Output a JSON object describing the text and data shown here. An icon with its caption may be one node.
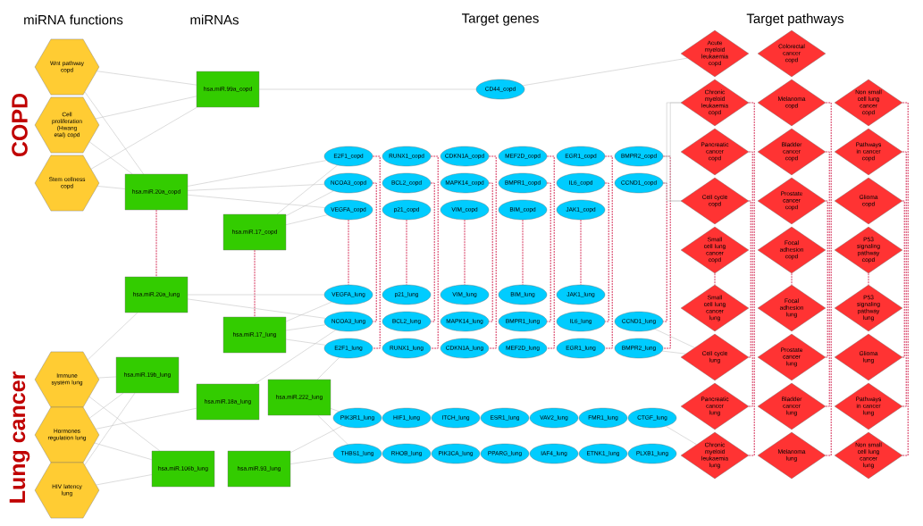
{
  "diagram": {
    "nodes": [
      {
        "text": [
          "Wnt pathway copd"
        ]
      },
      {
        "text": [
          "Cell proliferation (Hwang etal) copd"
        ]
      },
      {
        "text": [
          "Stem cellness copd"
        ]
      },
      {
        "text": [
          "Immune system lung"
        ]
      },
      {
        "text": [
          "Hormones regulation lung"
        ]
      },
      {
        "text": [
          "HIV latency lung"
        ]
      },
      {
        "text": [
          "hsa.miR.99a_copd"
        ]
      },
      {
        "text": [
          "hsa.miR.20a_copd"
        ]
      },
      {
        "text": [
          "hsa.miR.17_copd"
        ]
      },
      {
        "text": [
          "hsa.miR.20a_lung"
        ]
      },
      {
        "text": [
          "hsa.miR.17_lung"
        ]
      },
      {
        "text": [
          "hsa.miR.19b_lung"
        ]
      },
      {
        "text": [
          "hsa.miR.18a_lung"
        ]
      },
      {
        "text": [
          "hsa.miR.222_lung"
        ]
      },
      {
        "text": [
          "hsa.miR.106b_lung"
        ]
      },
      {
        "text": [
          "hsa.miR.93_lung"
        ]
      },
      {
        "text": [
          "CD44_copd"
        ]
      },
      {
        "text": [
          "E2F1_copd"
        ]
      },
      {
        "text": [
          "RUNX1_copd"
        ]
      },
      {
        "text": [
          "CDKN1A_copd"
        ]
      },
      {
        "text": [
          "MEF2D_copd"
        ]
      },
      {
        "text": [
          "EGR1_copd"
        ]
      },
      {
        "text": [
          "BMPR2_copd"
        ]
      },
      {
        "text": [
          "NCOA3_copd"
        ]
      },
      {
        "text": [
          "BCL2_copd"
        ]
      },
      {
        "text": [
          "MAPK14_copd"
        ]
      },
      {
        "text": [
          "BMPR1_copd"
        ]
      },
      {
        "text": [
          "IL6_copd"
        ]
      },
      {
        "text": [
          "CCND1_copd"
        ]
      },
      {
        "text": [
          "VEGFA_copd"
        ]
      },
      {
        "text": [
          "p21_copd"
        ]
      },
      {
        "text": [
          "VIM_copd"
        ]
      },
      {
        "text": [
          "BIM_copd"
        ]
      },
      {
        "text": [
          "JAK1_copd"
        ]
      },
      {
        "text": [
          "NCOA3_lung"
        ]
      },
      {
        "text": [
          "BCL2_lung"
        ]
      },
      {
        "text": [
          "CDKN1A_lung"
        ]
      },
      {
        "text": [
          "BMPR1_lung"
        ]
      },
      {
        "text": [
          "IL6_lung"
        ]
      },
      {
        "text": [
          "BMPR2_lung"
        ]
      },
      {
        "text": [
          "VEGFA_lung"
        ]
      },
      {
        "text": [
          "p21_lung"
        ]
      },
      {
        "text": [
          "VIM_lung"
        ]
      },
      {
        "text": [
          "BIM_lung"
        ]
      },
      {
        "text": [
          "JAK1_lung"
        ]
      },
      {
        "text": [
          "E2F1_lung"
        ]
      },
      {
        "text": [
          "RUNX1_lung"
        ]
      },
      {
        "text": [
          "MAPK14_lung"
        ]
      },
      {
        "text": [
          "MEF2D_lung"
        ]
      },
      {
        "text": [
          "EGR1_lung"
        ]
      },
      {
        "text": [
          "CCND1_lung"
        ]
      },
      {
        "text": [
          "PIK3R1_lung"
        ]
      },
      {
        "text": [
          "HIF1_lung"
        ]
      },
      {
        "text": [
          "ITCH_lung"
        ]
      },
      {
        "text": [
          "ESR1_lung"
        ]
      },
      {
        "text": [
          "VAV2_lung"
        ]
      },
      {
        "text": [
          "FMR1_lung"
        ]
      },
      {
        "text": [
          "CTGF_lung"
        ]
      },
      {
        "text": [
          "THBS1_lung"
        ]
      },
      {
        "text": [
          "RHOB_lung"
        ]
      },
      {
        "text": [
          "PIK3CA_lung"
        ]
      },
      {
        "text": [
          "PPARG_lung"
        ]
      },
      {
        "text": [
          "IAF4_lung"
        ]
      },
      {
        "text": [
          "ETNK1_lung"
        ]
      },
      {
        "text": [
          "PLXB1_lung"
        ]
      },
      {
        "text": [
          "Acute myeloid leukaemia copd"
        ]
      },
      {
        "text": [
          "Colorectal cancer copd"
        ]
      },
      {
        "text": [
          "Chronic myeloid leukaemia copd"
        ]
      },
      {
        "text": [
          "Melanoma copd"
        ]
      },
      {
        "text": [
          "Non small cell lung cancer copd"
        ]
      },
      {
        "text": [
          "Pancreatic cancer copd"
        ]
      },
      {
        "text": [
          "Bladder cancer copd"
        ]
      },
      {
        "text": [
          "Pathways in cancer copd"
        ]
      },
      {
        "text": [
          "Cell cycle copd"
        ]
      },
      {
        "text": [
          "Prostate cancer copd"
        ]
      },
      {
        "text": [
          "Glioma copd"
        ]
      },
      {
        "text": [
          "Small cell lung cancer copd"
        ]
      },
      {
        "text": [
          "Focal adhesion copd"
        ]
      },
      {
        "text": [
          "P53 signaling pathway copd"
        ]
      },
      {
        "text": [
          "Cell cycle lung"
        ]
      },
      {
        "text": [
          "Prostate cancer lung"
        ]
      },
      {
        "text": [
          "Glioma lung"
        ]
      },
      {
        "text": [
          "Small cell lung cancer lung"
        ]
      },
      {
        "text": [
          "Focal adhesion lung"
        ]
      },
      {
        "text": [
          "P53 signaling pathway lung"
        ]
      },
      {
        "text": [
          "Chronic myeloid leukaemia lung"
        ]
      },
      {
        "text": [
          "Melanoma lung"
        ]
      },
      {
        "text": [
          "Non small cell lung cancer lung"
        ]
      },
      {
        "text": [
          "Pancreatic cancer lung"
        ]
      },
      {
        "text": [
          "Bladder cancer lung"
        ]
      },
      {
        "text": [
          "Pathways in cancer lung"
        ]
      }
    ],
    "edges": [
      {
        "from": 7,
        "to": 9,
        "arrow": "none",
        "style": "dashed",
        "color": "#cc0033"
      },
      {
        "from": 8,
        "to": 10,
        "arrow": "none",
        "style": "dashed",
        "color": "#cc0033"
      },
      {
        "from": 17,
        "to": 45,
        "arrow": "none",
        "style": "dashed",
        "color": "#cc0033"
      },
      {
        "from": 18,
        "to": 46,
        "arrow": "none",
        "style": "dashed",
        "color": "#cc0033"
      },
      {
        "from": 19,
        "to": 36,
        "arrow": "none",
        "style": "dashed",
        "color": "#cc0033"
      },
      {
        "from": 20,
        "to": 48,
        "arrow": "none",
        "style": "dashed",
        "color": "#cc0033"
      },
      {
        "from": 21,
        "to": 49,
        "arrow": "none",
        "style": "dashed",
        "color": "#cc0033"
      },
      {
        "from": 22,
        "to": 39,
        "arrow": "none",
        "style": "dashed",
        "color": "#cc0033"
      },
      {
        "from": 23,
        "to": 34,
        "arrow": "none",
        "style": "dashed",
        "color": "#cc0033"
      },
      {
        "from": 24,
        "to": 35,
        "arrow": "none",
        "style": "dashed",
        "color": "#cc0033"
      },
      {
        "from": 25,
        "to": 47,
        "arrow": "none",
        "style": "dashed",
        "color": "#cc0033"
      },
      {
        "from": 26,
        "to": 37,
        "arrow": "none",
        "style": "dashed",
        "color": "#cc0033"
      },
      {
        "from": 27,
        "to": 38,
        "arrow": "none",
        "style": "dashed",
        "color": "#cc0033"
      },
      {
        "from": 28,
        "to": 50,
        "arrow": "none",
        "style": "dashed",
        "color": "#cc0033"
      },
      {
        "from": 29,
        "to": 40,
        "arrow": "none",
        "style": "dashed",
        "color": "#cc0033"
      },
      {
        "from": 30,
        "to": 41,
        "arrow": "none",
        "style": "dashed",
        "color": "#cc0033"
      },
      {
        "from": 31,
        "to": 42,
        "arrow": "none",
        "style": "dashed",
        "color": "#cc0033"
      },
      {
        "from": 32,
        "to": 43,
        "arrow": "none",
        "style": "dashed",
        "color": "#cc0033"
      },
      {
        "from": 33,
        "to": 44,
        "arrow": "none",
        "style": "dashed",
        "color": "#cc0033"
      },
      {
        "from": 67,
        "to": 85,
        "arrow": "none",
        "style": "dashed",
        "color": "#cc0033"
      },
      {
        "from": 68,
        "to": 86,
        "arrow": "none",
        "style": "dashed",
        "color": "#cc0033"
      },
      {
        "from": 69,
        "to": 87,
        "arrow": "none",
        "style": "dashed",
        "color": "#cc0033"
      },
      {
        "from": 70,
        "to": 88,
        "arrow": "none",
        "style": "dashed",
        "color": "#cc0033"
      },
      {
        "from": 71,
        "to": 89,
        "arrow": "none",
        "style": "dashed",
        "color": "#cc0033"
      },
      {
        "from": 72,
        "to": 90,
        "arrow": "none",
        "style": "dashed",
        "color": "#cc0033"
      },
      {
        "from": 73,
        "to": 79,
        "arrow": "none",
        "style": "dashed",
        "color": "#cc0033"
      },
      {
        "from": 74,
        "to": 80,
        "arrow": "none",
        "style": "dashed",
        "color": "#cc0033"
      },
      {
        "from": 75,
        "to": 81,
        "arrow": "none",
        "style": "dashed",
        "color": "#cc0033"
      },
      {
        "from": 76,
        "to": 82,
        "arrow": "none",
        "style": "dashed",
        "color": "#cc0033"
      },
      {
        "from": 77,
        "to": 83,
        "arrow": "none",
        "style": "dashed",
        "color": "#cc0033"
      },
      {
        "from": 78,
        "to": 84,
        "arrow": "none",
        "style": "dashed",
        "color": "#cc0033"
      },
      {
        "from": 0,
        "to": 6,
        "arrow": "none"
      },
      {
        "from": 0,
        "to": 7,
        "arrow": "none"
      },
      {
        "from": 1,
        "to": 6,
        "arrow": "none"
      },
      {
        "from": 1,
        "to": 7,
        "arrow": "none"
      },
      {
        "from": 2,
        "to": 6,
        "arrow": "none"
      },
      {
        "from": 2,
        "to": 7,
        "arrow": "none"
      },
      {
        "from": 3,
        "to": 9,
        "arrow": "none"
      },
      {
        "from": 3,
        "to": 11,
        "arrow": "none"
      },
      {
        "from": 3,
        "to": 14,
        "arrow": "none"
      },
      {
        "from": 4,
        "to": 11,
        "arrow": "none"
      },
      {
        "from": 4,
        "to": 12,
        "arrow": "none"
      },
      {
        "from": 4,
        "to": 14,
        "arrow": "none"
      },
      {
        "from": 5,
        "to": 11,
        "arrow": "none"
      },
      {
        "from": 5,
        "to": 14,
        "arrow": "none"
      },
      {
        "from": 6,
        "to": 16,
        "arrow": "none"
      },
      {
        "from": 16,
        "to": 65,
        "arrow": "none"
      },
      {
        "from": 7,
        "to": 17,
        "arrow": "none"
      },
      {
        "from": 7,
        "to": 23,
        "arrow": "none"
      },
      {
        "from": 7,
        "to": 29,
        "arrow": "none"
      },
      {
        "from": 8,
        "to": 17,
        "arrow": "none"
      },
      {
        "from": 8,
        "to": 23,
        "arrow": "none"
      },
      {
        "from": 8,
        "to": 29,
        "arrow": "none"
      },
      {
        "from": 9,
        "to": 40,
        "arrow": "none"
      },
      {
        "from": 9,
        "to": 34,
        "arrow": "none"
      },
      {
        "from": 10,
        "to": 40,
        "arrow": "none"
      },
      {
        "from": 10,
        "to": 34,
        "arrow": "none"
      },
      {
        "from": 10,
        "to": 45,
        "arrow": "none"
      },
      {
        "from": 12,
        "to": 34,
        "arrow": "none"
      },
      {
        "from": 13,
        "to": 45,
        "arrow": "none"
      },
      {
        "from": 13,
        "to": 51,
        "arrow": "none"
      },
      {
        "from": 13,
        "to": 58,
        "arrow": "none"
      },
      {
        "from": 15,
        "to": 51,
        "arrow": "none"
      },
      {
        "from": 15,
        "to": 58,
        "arrow": "none"
      },
      {
        "from": 22,
        "to": 67,
        "arrow": "none"
      },
      {
        "from": 22,
        "to": 73,
        "arrow": "none"
      },
      {
        "from": 28,
        "to": 67,
        "arrow": "none"
      },
      {
        "from": 28,
        "to": 73,
        "arrow": "none"
      },
      {
        "from": 50,
        "to": 79,
        "arrow": "none"
      },
      {
        "from": 39,
        "to": 79,
        "arrow": "none"
      },
      {
        "from": 57,
        "to": 85,
        "arrow": "none"
      }
    ],
    "labels": [
      "miRNA functions",
      "miRNAs",
      "Target genes",
      "Target pathways",
      "COPD",
      "Lung cancer"
    ]
  }
}
